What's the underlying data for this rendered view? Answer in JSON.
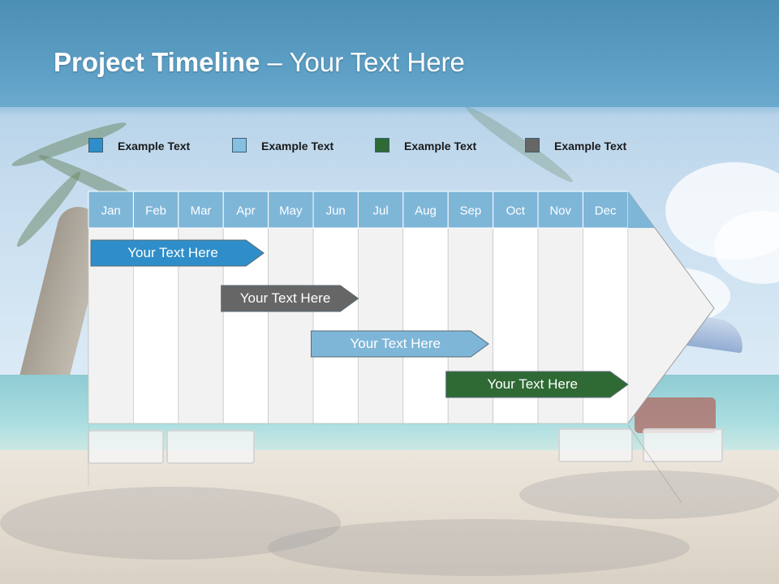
{
  "title": {
    "strong": "Project Timeline",
    "rest": " – Your Text Here"
  },
  "legend": [
    {
      "label": "Example Text",
      "color": "#2f8ec9"
    },
    {
      "label": "Example Text",
      "color": "#86bfe0"
    },
    {
      "label": "Example Text",
      "color": "#2f6a35"
    },
    {
      "label": "Example Text",
      "color": "#666666"
    }
  ],
  "months": [
    "Jan",
    "Feb",
    "Mar",
    "Apr",
    "May",
    "Jun",
    "Jul",
    "Aug",
    "Sep",
    "Oct",
    "Nov",
    "Dec"
  ],
  "tasks": [
    {
      "label": "Your  Text Here",
      "start": 0.0,
      "end": 3.9,
      "color": "#2f8ec9"
    },
    {
      "label": "Your  Text Here",
      "start": 2.9,
      "end": 6.0,
      "color": "#666666"
    },
    {
      "label": "Your  Text Here",
      "start": 4.9,
      "end": 8.9,
      "color": "#7eb6d8"
    },
    {
      "label": "Your  Text Here",
      "start": 7.9,
      "end": 12.0,
      "color": "#2f6a35"
    }
  ],
  "colors": {
    "header": "#5d9fc5",
    "month_header": "#7eb6d8",
    "grid_light": "#f2f2f2",
    "grid_white": "#ffffff"
  }
}
